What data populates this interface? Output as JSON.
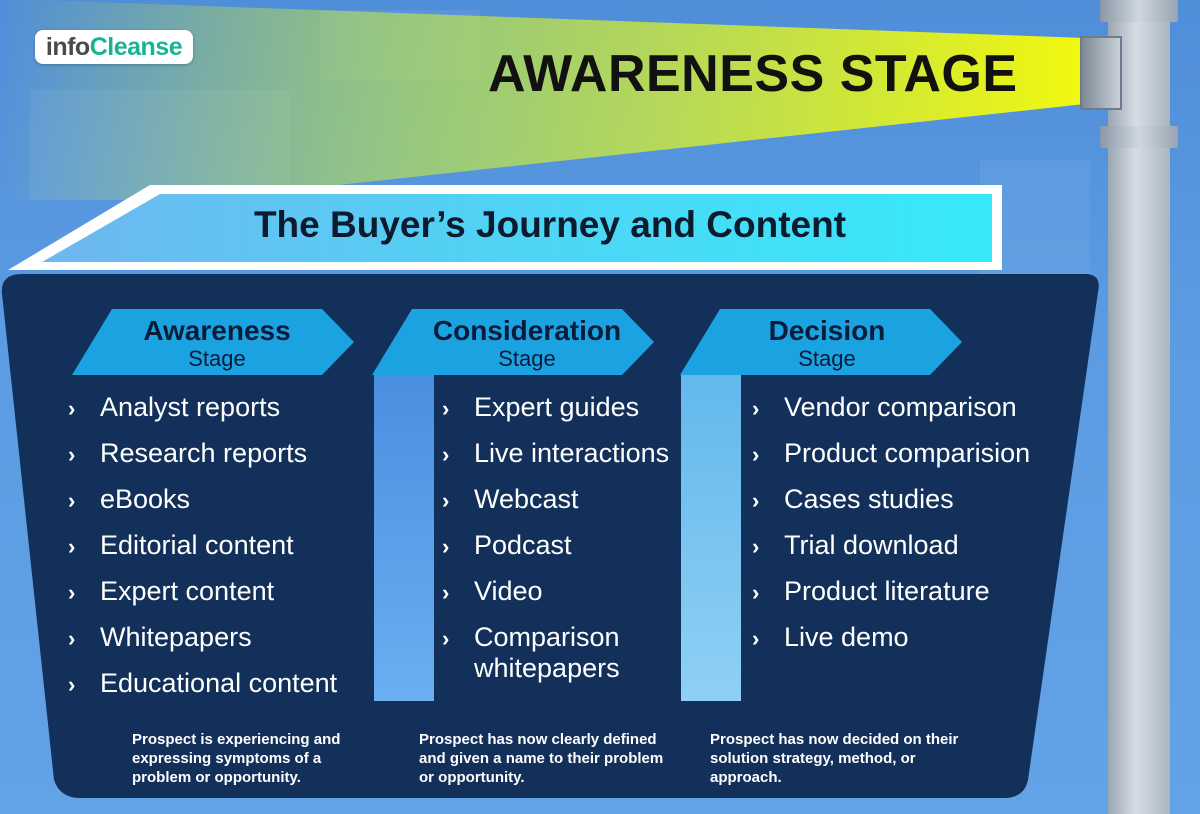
{
  "logo": {
    "part1": "info",
    "part2": "Cleanse"
  },
  "title": "AWARENESS STAGE",
  "subtitle": "The Buyer’s Journey and Content",
  "colors": {
    "navy_panel": "#13305a",
    "cyan_banner": "#37e3f7",
    "arrow_blue": "#1aa3e0",
    "beam_yellow": "#e8f516",
    "logo_green": "#17b394"
  },
  "icons": {
    "bullet": "chevron-right-icon"
  },
  "stages": [
    {
      "name": "Awareness",
      "sub": "Stage",
      "items": [
        "Analyst reports",
        "Research reports",
        "eBooks",
        "Editorial content",
        "Expert content",
        "Whitepapers",
        "Educational content"
      ],
      "description": "Prospect is experiencing and expressing symptoms of a problem or opportunity."
    },
    {
      "name": "Consideration",
      "sub": "Stage",
      "items": [
        "Expert guides",
        "Live interactions",
        "Webcast",
        "Podcast",
        "Video",
        "Comparison whitepapers"
      ],
      "description": "Prospect has now clearly defined and given a name to their problem or opportunity."
    },
    {
      "name": "Decision",
      "sub": "Stage",
      "items": [
        "Vendor comparison",
        "Product comparision",
        "Cases studies",
        "Trial download",
        "Product literature",
        "Live demo"
      ],
      "description": "Prospect has now decided on their solution strategy, method, or approach."
    }
  ]
}
